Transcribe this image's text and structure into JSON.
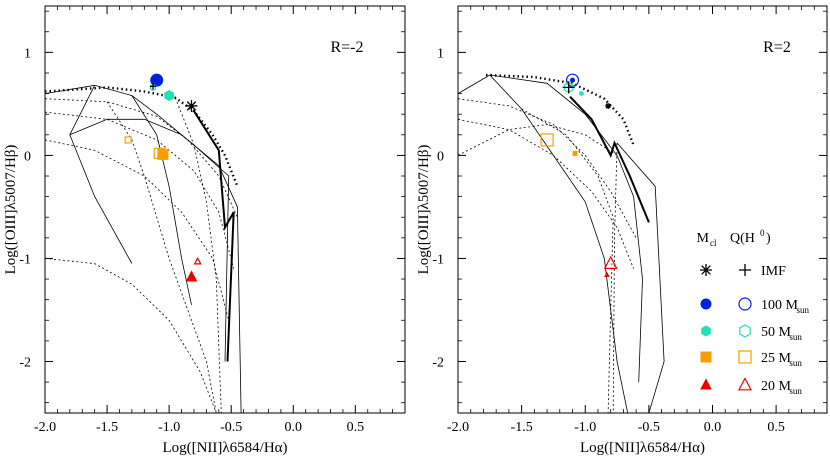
{
  "chart_data": [
    {
      "type": "scatter",
      "title": "R=-2",
      "xlabel": "Log([NII]λ6584/Hα)",
      "ylabel": "Log([OIII]λ5007/Hβ)",
      "xlim": [
        -2.0,
        0.9
      ],
      "ylim": [
        -2.5,
        1.45
      ],
      "xticks": [
        "-2.0",
        "-1.5",
        "-1.0",
        "-0.5",
        "0.0",
        "0.5"
      ],
      "yticks": [
        "1",
        "0",
        "-1",
        "-2"
      ],
      "markers": [
        {
          "x": -1.1,
          "y": 0.73,
          "shape": "circle",
          "filled": true,
          "color": "#0022dd",
          "size": 6
        },
        {
          "x": -1.0,
          "y": 0.58,
          "shape": "hexagon",
          "filled": true,
          "color": "#22e0b8",
          "size": 5
        },
        {
          "x": -1.05,
          "y": 0.01,
          "shape": "square",
          "filled": true,
          "color": "#f5a000",
          "size": 5
        },
        {
          "x": -0.82,
          "y": -1.18,
          "shape": "triangle",
          "filled": true,
          "color": "#ee0000",
          "size": 5
        },
        {
          "x": -0.82,
          "y": 0.48,
          "shape": "asterisk",
          "filled": false,
          "color": "#000000",
          "size": 6
        },
        {
          "x": -1.13,
          "y": 0.66,
          "shape": "hexagon",
          "filled": false,
          "color": "#22e0b8",
          "size": 3
        },
        {
          "x": -1.33,
          "y": 0.15,
          "shape": "square",
          "filled": false,
          "color": "#f5a000",
          "size": 3
        },
        {
          "x": -0.77,
          "y": -1.03,
          "shape": "triangle",
          "filled": false,
          "color": "#ee0000",
          "size": 3
        },
        {
          "x": -1.13,
          "y": 0.67,
          "shape": "plus",
          "filled": false,
          "color": "#000000",
          "size": 3
        },
        {
          "x": -1.08,
          "y": 0.02,
          "shape": "square",
          "filled": false,
          "color": "#f5a000",
          "size": 5
        }
      ],
      "grid_lines": [
        {
          "style": "dotted",
          "bold": true,
          "points": [
            [
              -2.0,
              0.62
            ],
            [
              -1.5,
              0.66
            ],
            [
              -1.2,
              0.62
            ],
            [
              -0.95,
              0.56
            ],
            [
              -0.8,
              0.43
            ],
            [
              -0.65,
              0.2
            ],
            [
              -0.55,
              0.0
            ],
            [
              -0.45,
              -0.3
            ]
          ]
        },
        {
          "style": "solid",
          "bold": true,
          "points": [
            [
              -0.8,
              0.43
            ],
            [
              -0.6,
              0.05
            ],
            [
              -0.55,
              -0.7
            ],
            [
              -0.48,
              -0.55
            ],
            [
              -0.53,
              -2.0
            ]
          ]
        },
        {
          "style": "solid",
          "bold": false,
          "points": [
            [
              -2.0,
              0.6
            ],
            [
              -1.6,
              0.68
            ],
            [
              -1.3,
              0.58
            ],
            [
              -1.1,
              0.2
            ],
            [
              -1.0,
              -0.3
            ],
            [
              -0.9,
              -1.0
            ],
            [
              -0.82,
              -1.45
            ]
          ]
        },
        {
          "style": "solid",
          "bold": false,
          "points": [
            [
              -1.6,
              0.68
            ],
            [
              -1.8,
              0.2
            ],
            [
              -1.6,
              -0.4
            ],
            [
              -1.3,
              -1.05
            ]
          ]
        },
        {
          "style": "solid",
          "bold": false,
          "points": [
            [
              -1.3,
              0.58
            ],
            [
              -1.1,
              0.4
            ],
            [
              -0.8,
              0.1
            ],
            [
              -0.52,
              -0.2
            ],
            [
              -0.55,
              -2.0
            ]
          ]
        },
        {
          "style": "solid",
          "bold": false,
          "points": [
            [
              -1.8,
              0.2
            ],
            [
              -1.5,
              0.35
            ],
            [
              -1.2,
              0.35
            ],
            [
              -0.9,
              0.2
            ],
            [
              -0.6,
              -0.1
            ],
            [
              -0.45,
              -0.5
            ],
            [
              -0.42,
              -2.5
            ]
          ]
        },
        {
          "style": "dotted",
          "bold": false,
          "points": [
            [
              -2.0,
              0.55
            ],
            [
              -1.5,
              0.52
            ],
            [
              -1.1,
              0.38
            ],
            [
              -0.85,
              0.15
            ],
            [
              -0.6,
              -0.2
            ],
            [
              -0.45,
              -0.6
            ]
          ]
        },
        {
          "style": "dotted",
          "bold": false,
          "points": [
            [
              -2.0,
              0.42
            ],
            [
              -1.5,
              0.35
            ],
            [
              -1.1,
              0.15
            ],
            [
              -0.8,
              -0.15
            ],
            [
              -0.6,
              -0.55
            ],
            [
              -0.48,
              -1.1
            ]
          ]
        },
        {
          "style": "dotted",
          "bold": false,
          "points": [
            [
              -2.0,
              0.15
            ],
            [
              -1.6,
              0.05
            ],
            [
              -1.2,
              -0.2
            ],
            [
              -0.9,
              -0.55
            ],
            [
              -0.65,
              -1.0
            ],
            [
              -0.52,
              -1.6
            ]
          ]
        },
        {
          "style": "dotted",
          "bold": false,
          "points": [
            [
              -2.0,
              -1.0
            ],
            [
              -1.6,
              -1.05
            ],
            [
              -1.3,
              -1.25
            ],
            [
              -1.0,
              -1.6
            ],
            [
              -0.75,
              -2.1
            ],
            [
              -0.62,
              -2.5
            ]
          ]
        },
        {
          "style": "dotted",
          "bold": false,
          "points": [
            [
              -1.5,
              0.52
            ],
            [
              -1.3,
              0.15
            ],
            [
              -1.2,
              -0.2
            ],
            [
              -1.0,
              -1.0
            ],
            [
              -0.7,
              -2.0
            ],
            [
              -0.62,
              -2.5
            ]
          ]
        },
        {
          "style": "dotted",
          "bold": false,
          "points": [
            [
              -0.95,
              0.56
            ],
            [
              -0.8,
              0.1
            ],
            [
              -0.7,
              -0.45
            ],
            [
              -0.62,
              -1.2
            ],
            [
              -0.58,
              -2.5
            ]
          ]
        }
      ]
    },
    {
      "type": "scatter",
      "title": "R=2",
      "xlabel": "Log([NII]λ6584/Hα)",
      "ylabel": "Log([OIII]λ5007/Hβ)",
      "xlim": [
        -2.0,
        0.9
      ],
      "ylim": [
        -2.5,
        1.45
      ],
      "xticks": [
        "-2.0",
        "-1.5",
        "-1.0",
        "-0.5",
        "0.0",
        "0.5"
      ],
      "yticks": [
        "1",
        "0",
        "-1",
        "-2"
      ],
      "markers": [
        {
          "x": -1.1,
          "y": 0.73,
          "shape": "circle",
          "filled": false,
          "color": "#0022dd",
          "size": 6
        },
        {
          "x": -1.1,
          "y": 0.73,
          "shape": "circle",
          "filled": true,
          "color": "#0022dd",
          "size": 2
        },
        {
          "x": -1.13,
          "y": 0.66,
          "shape": "hexagon",
          "filled": false,
          "color": "#22e0b8",
          "size": 5
        },
        {
          "x": -1.03,
          "y": 0.6,
          "shape": "hexagon",
          "filled": true,
          "color": "#22e0b8",
          "size": 2
        },
        {
          "x": -1.3,
          "y": 0.15,
          "shape": "square",
          "filled": false,
          "color": "#f5a000",
          "size": 6
        },
        {
          "x": -1.08,
          "y": 0.02,
          "shape": "square",
          "filled": true,
          "color": "#f5a000",
          "size": 2
        },
        {
          "x": -0.8,
          "y": -1.05,
          "shape": "triangle",
          "filled": false,
          "color": "#ee0000",
          "size": 6
        },
        {
          "x": -0.83,
          "y": -1.16,
          "shape": "triangle",
          "filled": true,
          "color": "#ee0000",
          "size": 2
        },
        {
          "x": -1.13,
          "y": 0.66,
          "shape": "plus",
          "filled": false,
          "color": "#000000",
          "size": 6
        },
        {
          "x": -0.82,
          "y": 0.48,
          "shape": "asterisk",
          "filled": false,
          "color": "#000000",
          "size": 3
        }
      ],
      "grid_lines": [
        {
          "style": "dotted",
          "bold": true,
          "points": [
            [
              -1.78,
              0.78
            ],
            [
              -1.4,
              0.76
            ],
            [
              -1.1,
              0.7
            ],
            [
              -0.85,
              0.55
            ],
            [
              -0.7,
              0.35
            ],
            [
              -0.62,
              0.1
            ]
          ]
        },
        {
          "style": "solid",
          "bold": true,
          "points": [
            [
              -1.12,
              0.57
            ],
            [
              -0.95,
              0.35
            ],
            [
              -0.8,
              0.0
            ],
            [
              -0.77,
              0.12
            ],
            [
              -0.65,
              -0.2
            ],
            [
              -0.5,
              -0.65
            ]
          ]
        },
        {
          "style": "solid",
          "bold": false,
          "points": [
            [
              -2.0,
              0.6
            ],
            [
              -1.75,
              0.78
            ],
            [
              -1.5,
              0.45
            ],
            [
              -1.25,
              0.0
            ],
            [
              -1.0,
              -0.45
            ],
            [
              -0.85,
              -1.0
            ],
            [
              -0.75,
              -2.0
            ],
            [
              -0.65,
              -2.6
            ]
          ]
        },
        {
          "style": "solid",
          "bold": false,
          "points": [
            [
              -1.75,
              0.78
            ],
            [
              -1.3,
              0.7
            ],
            [
              -1.0,
              0.4
            ],
            [
              -0.75,
              0.0
            ],
            [
              -0.62,
              -0.4
            ],
            [
              -0.55,
              -1.2
            ],
            [
              -0.58,
              -2.2
            ]
          ]
        },
        {
          "style": "solid",
          "bold": false,
          "points": [
            [
              -0.75,
              0.12
            ],
            [
              -0.45,
              -0.3
            ],
            [
              -0.38,
              -2.0
            ],
            [
              -0.5,
              -2.5
            ]
          ]
        },
        {
          "style": "dotted",
          "bold": false,
          "points": [
            [
              -2.0,
              0.55
            ],
            [
              -1.6,
              0.48
            ],
            [
              -1.25,
              0.3
            ],
            [
              -1.0,
              0.0
            ],
            [
              -0.8,
              -0.35
            ],
            [
              -0.6,
              -0.8
            ]
          ]
        },
        {
          "style": "dotted",
          "bold": false,
          "points": [
            [
              -2.0,
              0.35
            ],
            [
              -1.6,
              0.25
            ],
            [
              -1.25,
              0.0
            ],
            [
              -0.95,
              -0.35
            ],
            [
              -0.75,
              -0.7
            ],
            [
              -0.62,
              -1.1
            ]
          ]
        },
        {
          "style": "dotted",
          "bold": false,
          "points": [
            [
              -2.0,
              0.0
            ],
            [
              -1.6,
              0.25
            ],
            [
              -1.3,
              0.3
            ],
            [
              -1.0,
              0.2
            ],
            [
              -0.75,
              0.0
            ]
          ]
        },
        {
          "style": "dotted",
          "bold": false,
          "points": [
            [
              -1.5,
              0.45
            ],
            [
              -1.15,
              0.2
            ],
            [
              -0.9,
              -0.2
            ],
            [
              -0.78,
              -0.6
            ],
            [
              -0.8,
              -1.5
            ],
            [
              -0.82,
              -2.5
            ]
          ]
        },
        {
          "style": "dotted",
          "bold": false,
          "points": [
            [
              -0.75,
              0.12
            ],
            [
              -0.77,
              -0.8
            ],
            [
              -0.78,
              -2.5
            ]
          ]
        }
      ],
      "legend": {
        "placement": "right",
        "headers": [
          "M",
          "cl",
          "Q(H",
          "0",
          ")"
        ],
        "rows": [
          {
            "label": "IMF",
            "sub": "",
            "filled_shape": "asterisk",
            "open_shape": "plus",
            "color": "#000000"
          },
          {
            "label": "100 M",
            "sub": "sun",
            "filled_shape": "circle",
            "open_shape": "circle",
            "color": "#0022dd"
          },
          {
            "label": "50 M",
            "sub": "sun",
            "filled_shape": "hexagon",
            "open_shape": "hexagon",
            "color": "#22e0b8"
          },
          {
            "label": "25 M",
            "sub": "sun",
            "filled_shape": "square",
            "open_shape": "square",
            "color": "#f5a000"
          },
          {
            "label": "20 M",
            "sub": "sun",
            "filled_shape": "triangle",
            "open_shape": "triangle",
            "color": "#ee0000"
          }
        ]
      }
    }
  ]
}
